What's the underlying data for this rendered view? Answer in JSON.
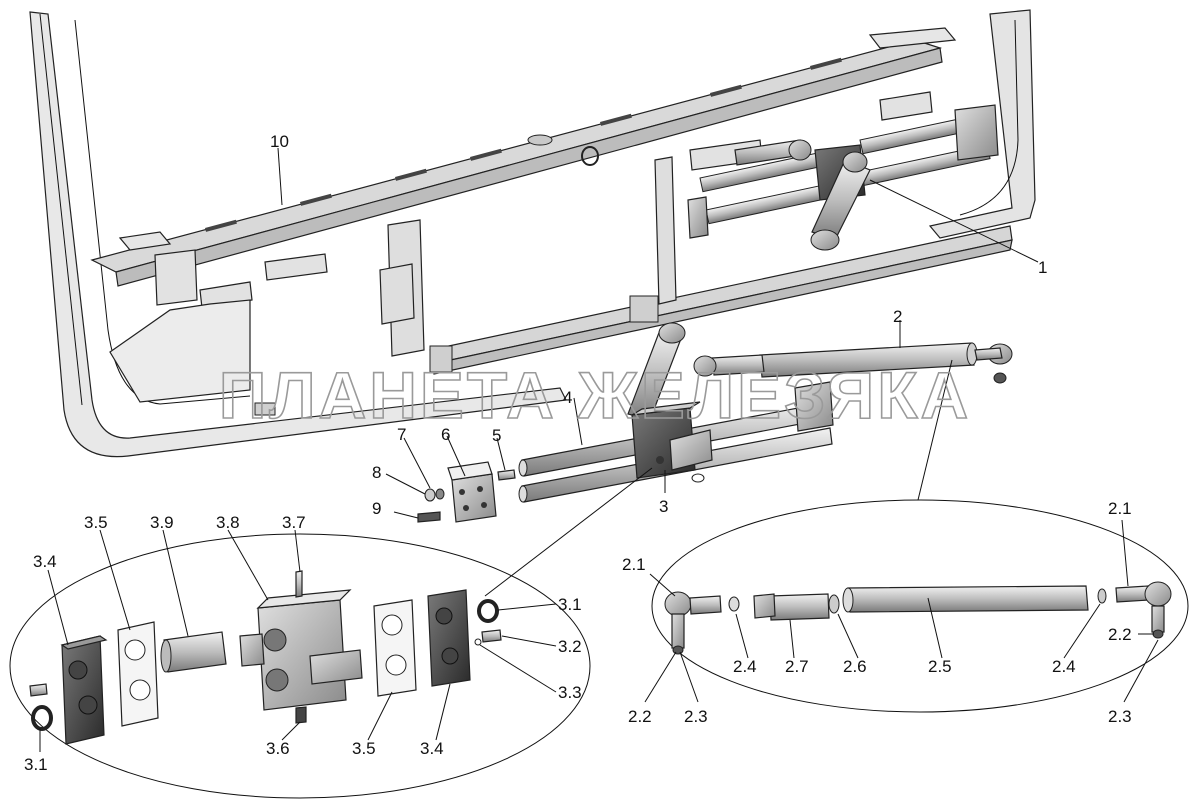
{
  "watermark": "ПЛАНЕТА ЖЕЛЕЗЯКА",
  "labels": {
    "l10": "10",
    "l1": "1",
    "l2": "2",
    "l3": "3",
    "l4": "4",
    "l5": "5",
    "l6": "6",
    "l7": "7",
    "l8": "8",
    "l9": "9",
    "l3_1a": "3.1",
    "l3_1b": "3.1",
    "l3_2": "3.2",
    "l3_3": "3.3",
    "l3_4a": "3.4",
    "l3_4b": "3.4",
    "l3_5a": "3.5",
    "l3_5b": "3.5",
    "l3_6": "3.6",
    "l3_7": "3.7",
    "l3_8": "3.8",
    "l3_9": "3.9",
    "l2_1a": "2.1",
    "l2_1b": "2.1",
    "l2_2a": "2.2",
    "l2_2b": "2.2",
    "l2_3a": "2.3",
    "l2_3b": "2.3",
    "l2_4a": "2.4",
    "l2_4b": "2.4",
    "l2_5": "2.5",
    "l2_6": "2.6",
    "l2_7": "2.7"
  }
}
